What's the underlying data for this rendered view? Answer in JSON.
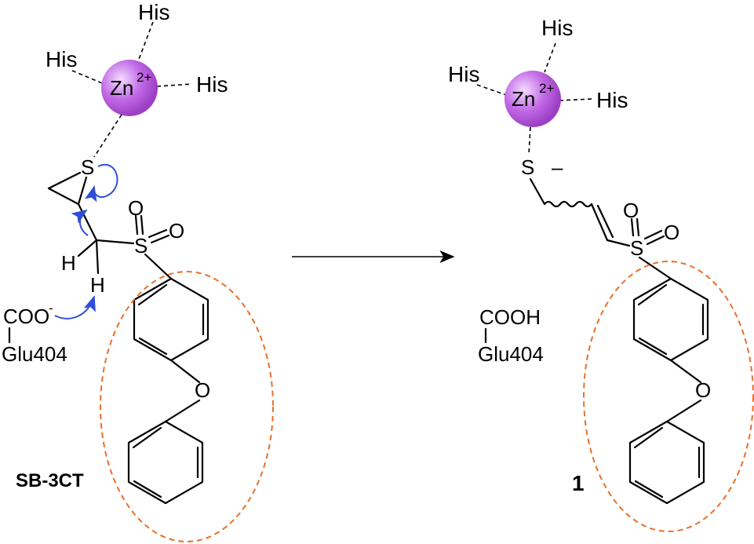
{
  "figure": {
    "reactant": {
      "compound_label": "SB-3CT",
      "zinc_label": "Zn",
      "zinc_charge": "2+",
      "ligand_top": "His",
      "ligand_left": "His",
      "ligand_right": "His",
      "sulfur": "S",
      "hydrogen_1": "H",
      "hydrogen_2": "H",
      "sulfonyl_s": "S",
      "sulfonyl_o1": "O",
      "sulfonyl_o2": "O",
      "ether_o": "O",
      "carboxylate": "COO",
      "carboxylate_charge": "-",
      "residue": "Glu404"
    },
    "product": {
      "compound_label": "1",
      "zinc_label": "Zn",
      "zinc_charge": "2+",
      "ligand_top": "His",
      "ligand_left": "His",
      "ligand_right": "His",
      "thiolate": "S",
      "thiolate_charge": "–",
      "sulfonyl_s": "S",
      "sulfonyl_o1": "O",
      "sulfonyl_o2": "O",
      "ether_o": "O",
      "carboxylic_acid": "COOH",
      "residue": "Glu404"
    },
    "colors": {
      "zinc_sphere": "#c26be6",
      "electron_arrow": "#2f4fd8",
      "pocket_outline": "#e8702a",
      "bonds": "#000000"
    }
  }
}
